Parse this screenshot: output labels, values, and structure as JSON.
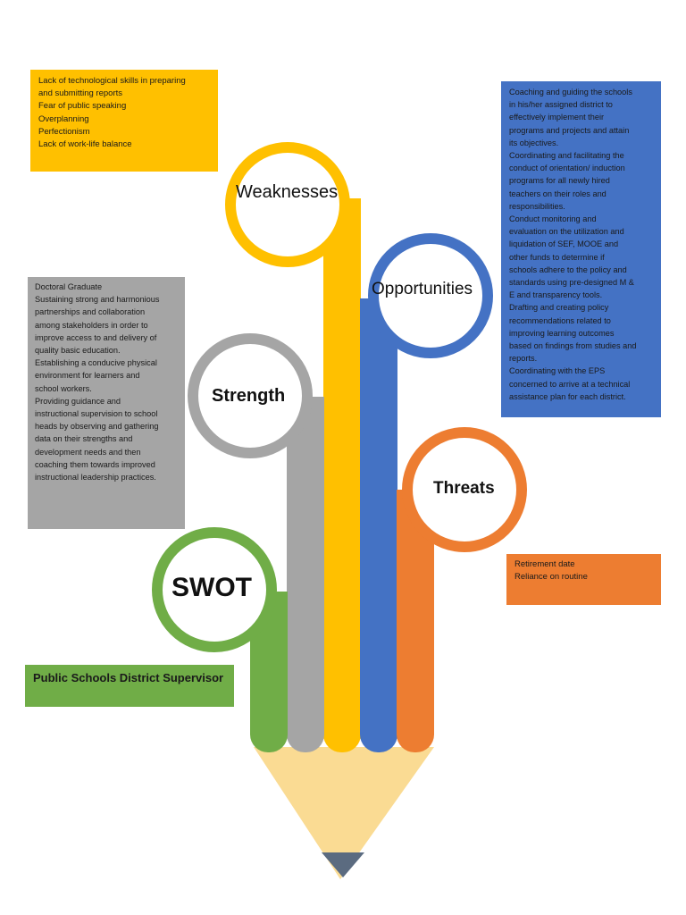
{
  "colors": {
    "green": "#70ad47",
    "gray": "#a5a5a5",
    "yellow": "#ffc000",
    "blue": "#4472c4",
    "orange": "#ed7d31",
    "pencil_wood": "#fadb93",
    "pencil_tip": "#5b6b80"
  },
  "weaknesses": {
    "label": "Weaknesses",
    "items": [
      "Lack of technological skills in preparing",
      "and submitting reports",
      "Fear of public speaking",
      "Overplanning",
      "Perfectionism",
      "Lack of work-life balance"
    ]
  },
  "opportunities": {
    "label": "Opportunities",
    "items": [
      "Coaching and guiding the schools",
      "in his/her assigned district to",
      "effectively implement their",
      "programs and projects and attain",
      "its objectives.",
      "Coordinating and facilitating the",
      "conduct of orientation/ induction",
      "programs for all newly hired",
      "teachers on their roles and",
      "responsibilities.",
      "Conduct monitoring and",
      "evaluation on the utilization and",
      "liquidation of SEF, MOOE and",
      "other funds to determine if",
      "schools adhere to the policy and",
      "standards using pre-designed M &",
      "E and transparency tools.",
      "Drafting and creating policy",
      "recommendations related to",
      "improving learning outcomes",
      "based on findings from studies and",
      "reports.",
      "Coordinating with the EPS",
      "concerned to arrive at a technical",
      "assistance plan for each district."
    ]
  },
  "strength": {
    "label": "Strength",
    "items": [
      "Doctoral Graduate",
      "Sustaining strong and harmonious",
      "partnerships and collaboration",
      "among stakeholders in order to",
      "improve access to and delivery of",
      "quality basic education.",
      "Establishing a conducive physical",
      "environment for learners and",
      "school workers.",
      "Providing guidance and",
      "instructional supervision to school",
      "heads by observing and gathering",
      "data on their strengths and",
      "development needs and then",
      "coaching them towards improved",
      "instructional leadership practices."
    ]
  },
  "threats": {
    "label": "Threats",
    "items": [
      "Retirement date",
      "Reliance on routine"
    ]
  },
  "swot": {
    "label": "SWOT",
    "role": "Public Schools District Supervisor"
  }
}
